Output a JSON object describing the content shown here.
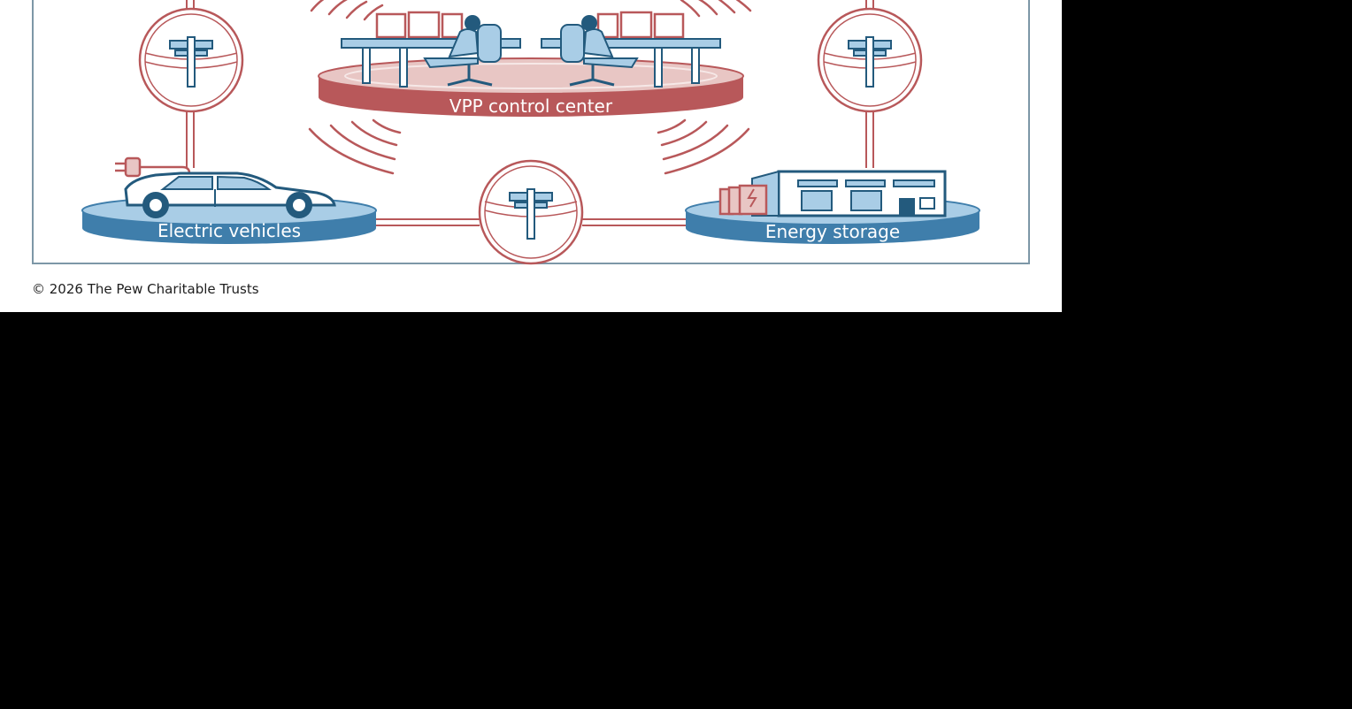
{
  "nodes": {
    "control_center": "VPP control center",
    "electric_vehicles": "Electric vehicles",
    "energy_storage": "Energy storage"
  },
  "credit": "© 2026 The Pew Charitable Trusts",
  "colors": {
    "blue": "#3f7eab",
    "light_blue": "#a9cde6",
    "dark_blue": "#235a7d",
    "red": "#b8585a",
    "pink": "#e8c6c4",
    "frame": "#7d97a7"
  },
  "icons": [
    "utility-pole-icon",
    "car-icon",
    "plug-icon",
    "building-icon",
    "battery-icon",
    "operator-icon",
    "monitor-icon",
    "signal-waves-icon"
  ]
}
